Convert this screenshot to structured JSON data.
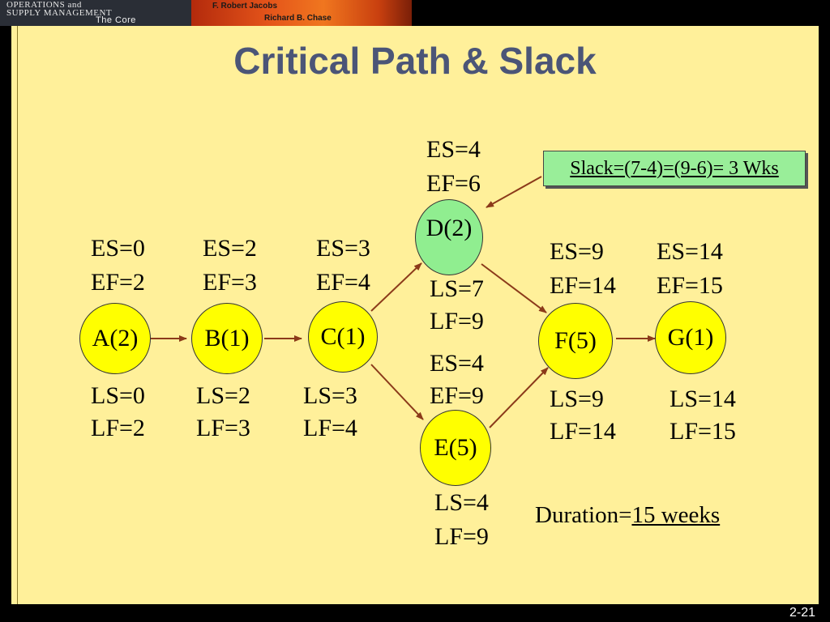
{
  "header": {
    "book_line1": "OPERATIONS and",
    "book_line2": "SUPPLY MANAGEMENT",
    "book_line3": "The Core",
    "author1": "F. Robert Jacobs",
    "author2": "Richard B. Chase"
  },
  "title": "Critical Path & Slack",
  "nodes": {
    "A": {
      "label": "A(2)",
      "es": "ES=0",
      "ef": "EF=2",
      "ls": "LS=0",
      "lf": "LF=2"
    },
    "B": {
      "label": "B(1)",
      "es": "ES=2",
      "ef": "EF=3",
      "ls": "LS=2",
      "lf": "LF=3"
    },
    "C": {
      "label": "C(1)",
      "es": "ES=3",
      "ef": "EF=4",
      "ls": "LS=3",
      "lf": "LF=4"
    },
    "D": {
      "label": "D(2)",
      "es": "ES=4",
      "ef": "EF=6",
      "ls": "LS=7",
      "lf": "LF=9"
    },
    "E": {
      "label": "E(5)",
      "es": "ES=4",
      "ef": "EF=9",
      "ls": "LS=4",
      "lf": "LF=9"
    },
    "F": {
      "label": "F(5)",
      "es": "ES=9",
      "ef": "EF=14",
      "ls": "LS=9",
      "lf": "LF=14"
    },
    "G": {
      "label": "G(1)",
      "es": "ES=14",
      "ef": "EF=15",
      "ls": "LS=14",
      "lf": "LF=15"
    }
  },
  "edges": [
    [
      "A",
      "B"
    ],
    [
      "B",
      "C"
    ],
    [
      "C",
      "D"
    ],
    [
      "C",
      "E"
    ],
    [
      "D",
      "F"
    ],
    [
      "E",
      "F"
    ],
    [
      "F",
      "G"
    ]
  ],
  "slack_note": "Slack=(7-4)=(9-6)= 3 Wks",
  "duration": {
    "label": "Duration=",
    "value": "15 weeks"
  },
  "page_number": "2-21",
  "colors": {
    "slide_bg": "#fff09a",
    "node_yellow": "#ffff00",
    "node_green": "#90ee90",
    "arrow": "#8b3a1a",
    "title": "#4b5577"
  }
}
